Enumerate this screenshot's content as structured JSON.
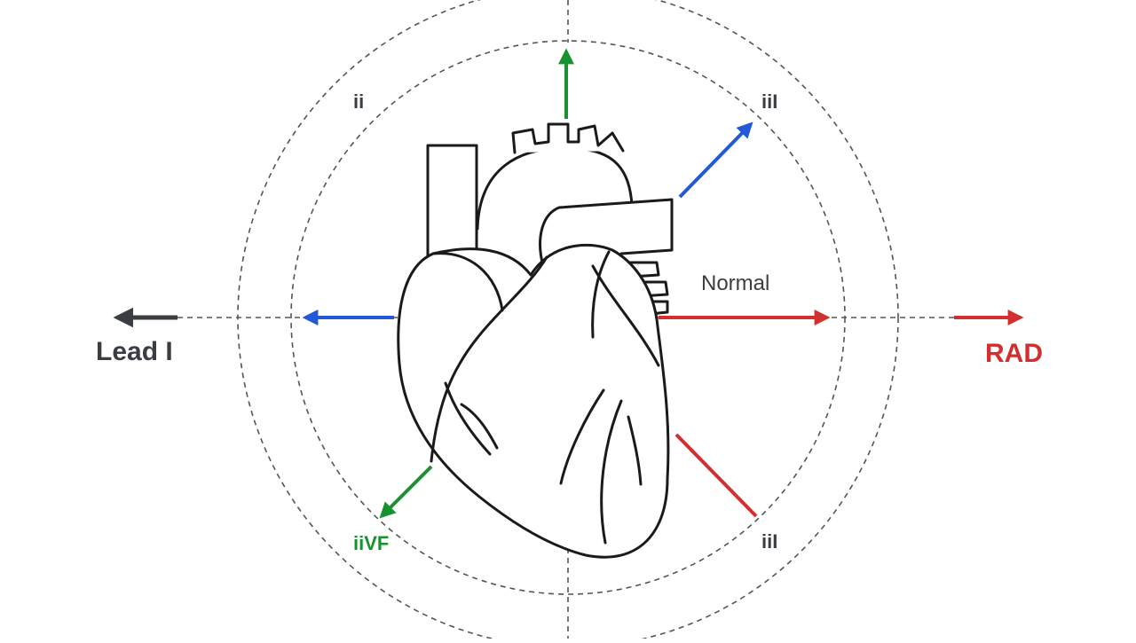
{
  "labels": {
    "lead_i": "Lead I",
    "rad": "RAD",
    "normal": "Normal",
    "top_left": "ii",
    "top_right": "iiI",
    "bottom_right": "iiI",
    "bottom_left": "iiVF"
  },
  "colors": {
    "dark": "#3a3d42",
    "blue": "#2358d6",
    "green": "#17922e",
    "red": "#d1302e",
    "outline": "#1a1a1a",
    "dashed": "#555555"
  }
}
